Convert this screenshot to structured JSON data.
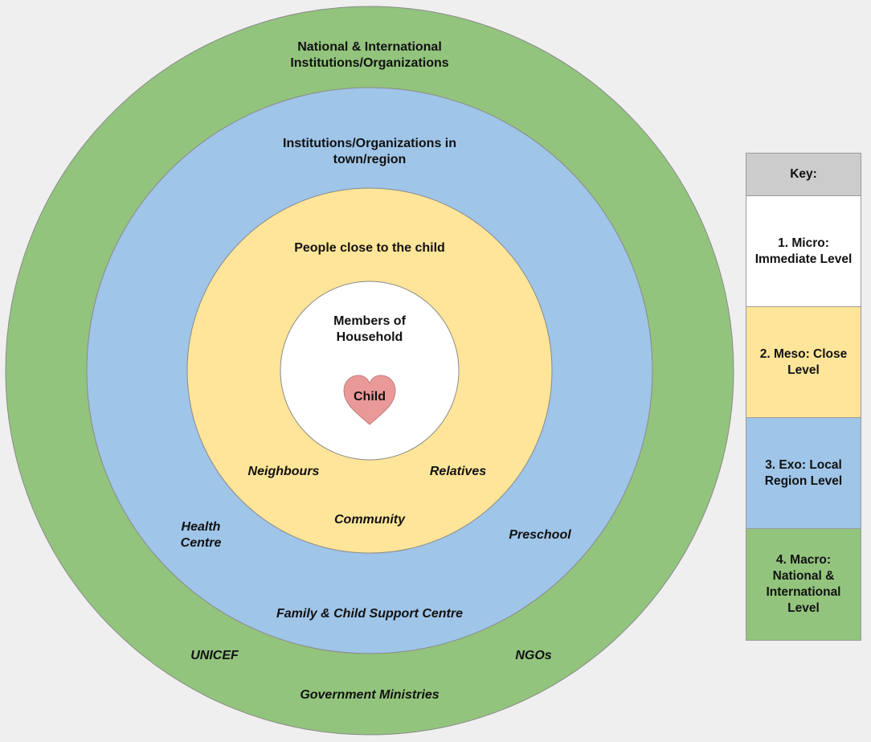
{
  "colors": {
    "background": "#efefef",
    "macro": "#93c47d",
    "exo": "#9fc5e8",
    "meso": "#ffe599",
    "micro": "#ffffff",
    "heart": "#ea9999",
    "key_header": "#cccccc",
    "ring_stroke": "#8a8a8a"
  },
  "rings": {
    "macro": {
      "title_lines": [
        "National & International",
        "Institutions/Organizations"
      ],
      "items": [
        "UNICEF",
        "NGOs",
        "Government Ministries"
      ]
    },
    "exo": {
      "title_lines": [
        "Institutions/Organizations in",
        "town/region"
      ],
      "items": [
        "Health",
        "Centre",
        "Preschool",
        "Family & Child Support Centre"
      ]
    },
    "meso": {
      "title_lines": [
        "People close to the child"
      ],
      "items": [
        "Neighbours",
        "Relatives",
        "Community"
      ]
    },
    "micro": {
      "title_lines": [
        "Members of",
        "Household"
      ]
    },
    "center": {
      "label": "Child",
      "icon": "heart-icon"
    }
  },
  "key": {
    "header": "Key:",
    "levels": [
      {
        "label": "1. Micro:\nImmediate Level",
        "color": "#ffffff"
      },
      {
        "label": "2. Meso: Close\nLevel",
        "color": "#ffe599"
      },
      {
        "label": "3. Exo: Local\nRegion Level",
        "color": "#9fc5e8"
      },
      {
        "label": "4. Macro:\nNational &\nInternational\nLevel",
        "color": "#93c47d"
      }
    ]
  }
}
